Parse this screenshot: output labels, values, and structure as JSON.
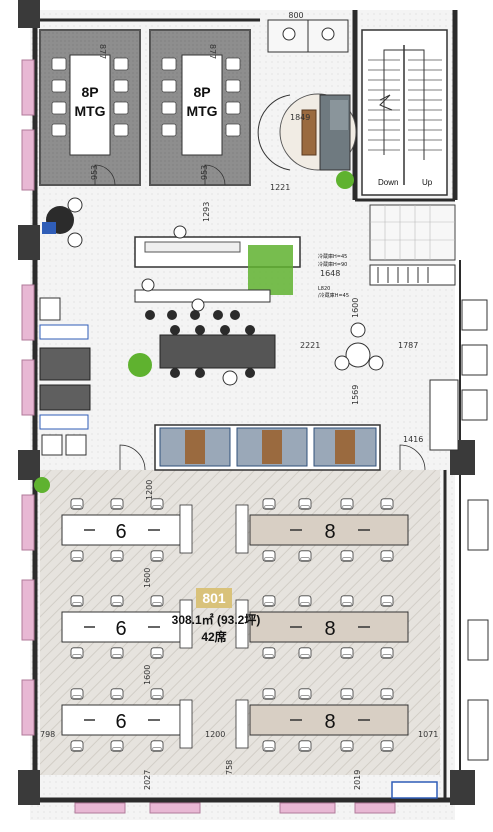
{
  "rooms": {
    "mtg1": {
      "line1": "8P",
      "line2": "MTG"
    },
    "mtg2": {
      "line1": "8P",
      "line2": "MTG"
    },
    "stairs": {
      "down": "Down",
      "up": "Up"
    },
    "main": {
      "room_number": "801",
      "area": "308.1㎡ (93.2坪)",
      "seats": "42席"
    }
  },
  "desk_groups": [
    {
      "seats": "6"
    },
    {
      "seats": "8"
    },
    {
      "seats": "6"
    },
    {
      "seats": "8"
    },
    {
      "seats": "6"
    },
    {
      "seats": "8"
    }
  ],
  "dimensions": {
    "d800": "800",
    "d1849": "1849",
    "d1221": "1221",
    "d1293": "1293",
    "d953a": "953",
    "d953b": "953",
    "d877a": "877",
    "d877b": "877",
    "d1648": "1648",
    "d1600a": "1600",
    "d2221": "2221",
    "d1787": "1787",
    "d1569": "1569",
    "d1416": "1416",
    "d1200a": "1200",
    "d1600b": "1600",
    "d1600c": "1600",
    "d1200b": "1200",
    "d798": "798",
    "d758": "758",
    "d2027": "2027",
    "d2019": "2019",
    "d1071": "1071"
  },
  "notes": {
    "n1": "L820",
    "n2": "/冷蔵庫H=45",
    "n3": "冷蔵庫H=45",
    "n4": "冷蔵庫H=90"
  },
  "colors": {
    "wall": "#2b2b2b",
    "window_pink": "#e8b8d4",
    "carpet": "#8f8f8f",
    "work_floor": "#e4e1dc",
    "lounge_floor": "#f3f3f3",
    "plant": "#5fb22f",
    "wood": "#9a6a3f",
    "booth_blue": "#2f4f7a",
    "room_tag": "#d9c27a",
    "desk_beige": "#d8cfc4"
  }
}
